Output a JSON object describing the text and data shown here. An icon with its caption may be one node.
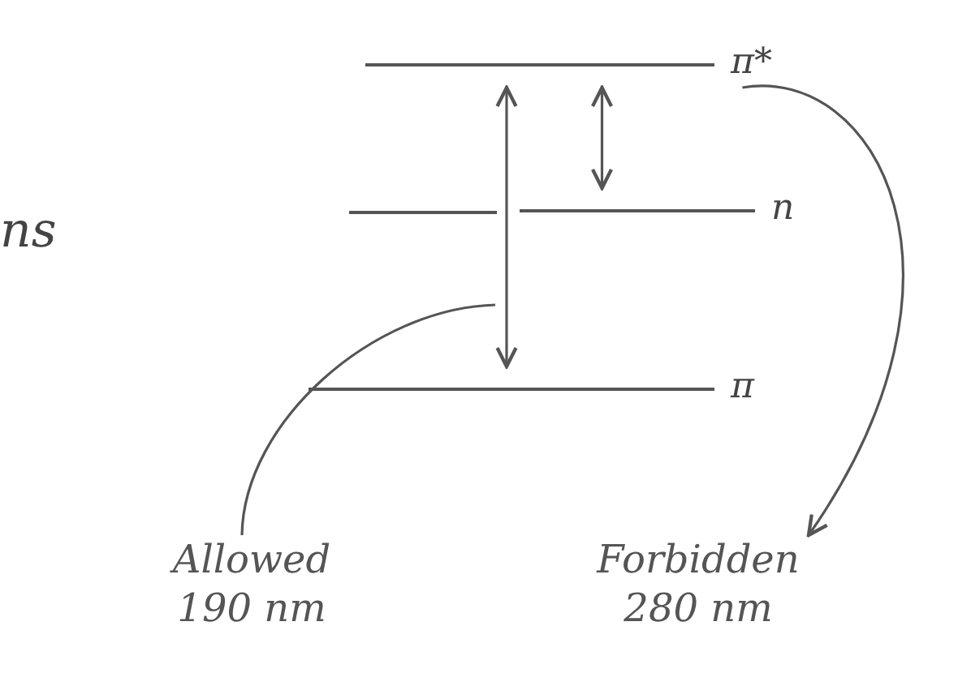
{
  "diagram": {
    "nodes": [
      {
        "text": [
          "π*"
        ]
      },
      {
        "text": [
          "n"
        ]
      },
      {
        "text": [
          "π"
        ]
      },
      {
        "text": [
          "Allowed 190 nm"
        ]
      },
      {
        "text": [
          "Forbidden 280 nm"
        ]
      }
    ],
    "edges": [
      {
        "from": 2,
        "to": 0,
        "arrow": "both"
      },
      {
        "from": 1,
        "to": 0,
        "arrow": "both"
      },
      {
        "from": 3,
        "to": null,
        "arrow": "none"
      },
      {
        "from": 0,
        "to": 4,
        "arrow": "to"
      }
    ],
    "labels": [
      "ns"
    ]
  }
}
